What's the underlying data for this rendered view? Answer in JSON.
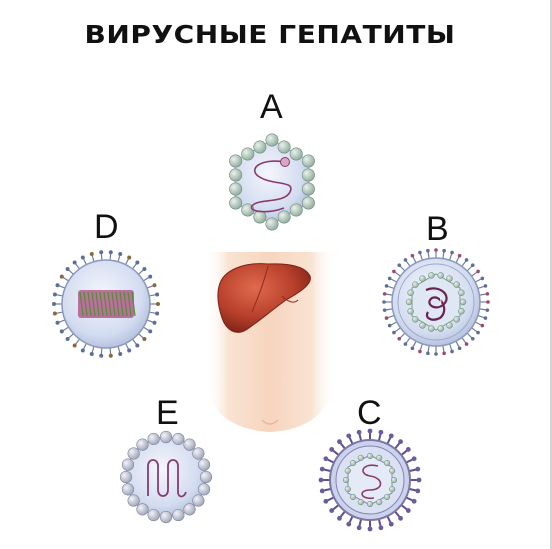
{
  "title": "ВИРУСНЫЕ ГЕПАТИТЫ",
  "viruses": [
    {
      "label": "A"
    },
    {
      "label": "B"
    },
    {
      "label": "C"
    },
    {
      "label": "D"
    },
    {
      "label": "E"
    }
  ],
  "colors": {
    "capsid_fill": "#cdd8ee",
    "capsomer": "#a9c0b3",
    "rna_strand": "#8a3b6e",
    "liver": "#b8402c",
    "torso": "#f8d9c4"
  }
}
